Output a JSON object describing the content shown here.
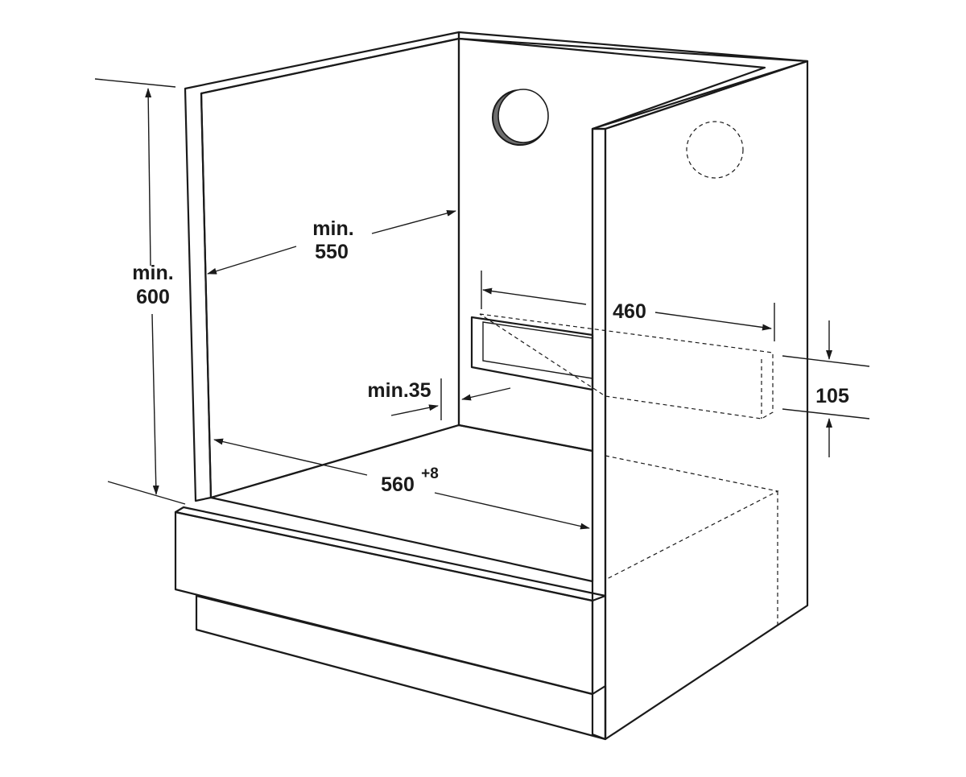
{
  "dimensions": {
    "height_label_line1": "min.",
    "height_label_line2": "600",
    "depth_label_line1": "min.",
    "depth_label_line2": "550",
    "slot_width_label": "460",
    "slot_height_label": "105",
    "gap_label": "min.35",
    "width_label_base": "560",
    "width_label_tolerance": "+8"
  },
  "colors": {
    "panel_light": "#e6e6e6",
    "panel_mid": "#c8c8c8",
    "panel_dark": "#bdbdbd",
    "line": "#1a1a1a",
    "background": "#ffffff"
  }
}
